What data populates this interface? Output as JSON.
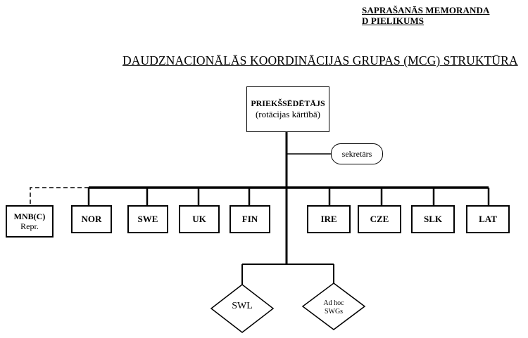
{
  "memo": {
    "line1": "SAPRAŠANĀS MEMORANDA",
    "line2": "D PIELIKUMS"
  },
  "title": "DAUDZNACIONĀLĀS KOORDINĀCIJAS GRUPAS (MCG)  STRUKTŪRA",
  "chair": {
    "title": "PRIEKŠSĒDĒTĀJS",
    "subtitle": "(rotācijas kārtībā)"
  },
  "secretary": "sekretārs",
  "mnb": {
    "line1": "MNB(C)",
    "line2": "Repr."
  },
  "countries": [
    "NOR",
    "SWE",
    "UK",
    "FIN",
    "IRE",
    "CZE",
    "SLK",
    "LAT"
  ],
  "groups": {
    "swl": "SWL",
    "adhoc_line1": "Ad hoc",
    "adhoc_line2": "SWGs"
  }
}
